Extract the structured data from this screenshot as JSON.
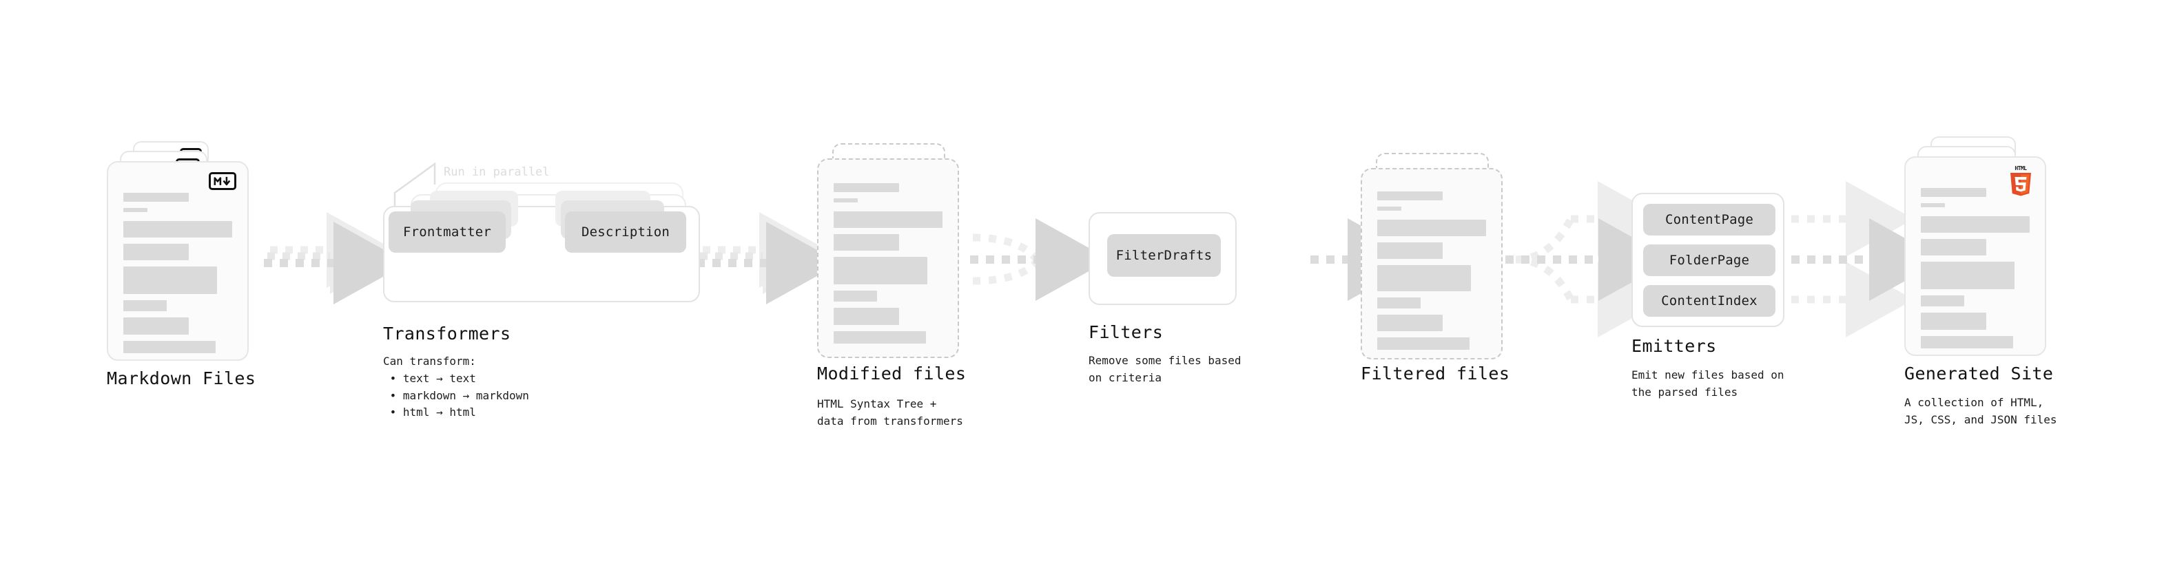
{
  "diagram": {
    "title_hidden": "Quartz content pipeline",
    "palette": {
      "background": "#ffffff",
      "card_fill": "#fbfbfb",
      "card_border": "#e6e6e6",
      "dashed_border": "#c9c9c9",
      "placeholder_bar": "#dadada",
      "pill_fill": "#d9d9d9",
      "arrow": "#dcdcdc",
      "arrow_strong": "#d6d6d6",
      "text": "#121212",
      "annotation_text": "#dcdcdc",
      "html5_orange": "#e44d26",
      "html5_orange_light": "#f16529",
      "js_yellow": "#f7df1e",
      "css_blue": "#264de4"
    },
    "stages": [
      {
        "id": "markdown-files",
        "kind": "document-stack",
        "title": "Markdown Files",
        "subtitle": "",
        "badge": "markdown-icon",
        "badge_text": "M",
        "stack_count": 3
      },
      {
        "id": "transformers",
        "kind": "group-box",
        "title": "Transformers",
        "subtitle": "Can transform:\n • text → text\n • markdown → markdown\n • html → html",
        "annotation": "Run in parallel",
        "items": [
          "Frontmatter",
          "Description"
        ],
        "stack_count": 3
      },
      {
        "id": "modified-files",
        "kind": "document-stack",
        "title": "Modified files",
        "subtitle": "HTML Syntax Tree +\ndata from transformers",
        "badge": "none",
        "stack_count": 2,
        "dashed": true
      },
      {
        "id": "filters",
        "kind": "group-box",
        "title": "Filters",
        "subtitle": "Remove some files based\non criteria",
        "items": [
          "FilterDrafts"
        ],
        "stack_count": 1
      },
      {
        "id": "filtered-files",
        "kind": "document-stack",
        "title": "Filtered files",
        "subtitle": "",
        "badge": "none",
        "stack_count": 2,
        "dashed": true
      },
      {
        "id": "emitters",
        "kind": "group-box",
        "title": "Emitters",
        "subtitle": "Emit new files based on\nthe parsed files",
        "items": [
          "ContentPage",
          "FolderPage",
          "ContentIndex"
        ],
        "stack_count": 1
      },
      {
        "id": "generated-site",
        "kind": "document-stack",
        "title": "Generated Site",
        "subtitle": "A collection of HTML,\nJS, CSS, and JSON files",
        "badge": "html5-icon",
        "badge_text": "HTML",
        "badge_number": "5",
        "stack_count": 3
      }
    ],
    "connectors": [
      {
        "id": "c1",
        "from": "markdown-files",
        "to": "transformers",
        "style": "parallel-3",
        "shape": "straight"
      },
      {
        "id": "c2",
        "from": "transformers",
        "to": "modified-files",
        "style": "parallel-3",
        "shape": "straight"
      },
      {
        "id": "c3",
        "from": "modified-files",
        "to": "filters",
        "style": "merge-3to1",
        "shape": "merge"
      },
      {
        "id": "c4",
        "from": "filters",
        "to": "filtered-files",
        "style": "single",
        "shape": "straight"
      },
      {
        "id": "c5",
        "from": "filtered-files",
        "to": "emitters",
        "style": "split-1to3",
        "shape": "split"
      },
      {
        "id": "c6",
        "from": "emitters",
        "to": "generated-site",
        "style": "parallel-3",
        "shape": "straight"
      }
    ]
  }
}
